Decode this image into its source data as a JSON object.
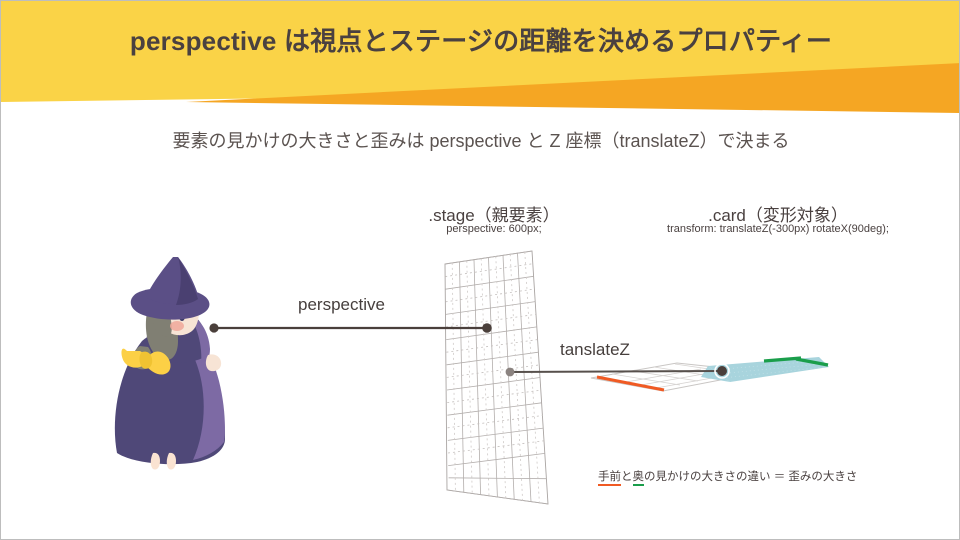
{
  "slide": {
    "title": "perspective は視点とステージの距離を決めるプロパティー",
    "subtitle": "要素の見かけの大きさと歪みは perspective と Z 座標（translateZ）で決まる"
  },
  "labels": {
    "stage_heading": ".stage（親要素）",
    "stage_code": "perspective: 600px;",
    "card_heading": ".card（変形対象）",
    "card_code": "transform: translateZ(-300px) rotateX(90deg);",
    "perspective_line": "perspective",
    "translatez_line": "tanslateZ"
  },
  "caption": {
    "part_near": "手前",
    "mid1": "と",
    "part_far": "奥",
    "mid2": "の見かけの大きさの違い",
    "equals": "＝",
    "result": "歪みの大きさ"
  },
  "colors": {
    "header_yellow": "#fad347",
    "header_orange": "#f5a623",
    "title_text": "#4a4140",
    "body_text": "#5b5350",
    "card_fill": "#a8d4dd",
    "card_far_edge": "#1a9e4b",
    "reference_near_edge": "#f05a23",
    "connector_dark": "#4a3f3b",
    "connector_gray": "#8b8380",
    "grid_line": "#b3aeac",
    "witch_robe_dark": "#4f4878",
    "witch_robe_light": "#7d6aa4",
    "witch_hat": "#5b4f86",
    "witch_hair": "#807f73",
    "witch_skin": "#f7e4d5",
    "witch_bow": "#fcd046",
    "witch_blush": "#f0a89a"
  },
  "eyebrow_note": {
    "stage_note": "perspective: 600px;",
    "card_note": "transform: translateZ(-300px) rotateX(90deg);"
  }
}
